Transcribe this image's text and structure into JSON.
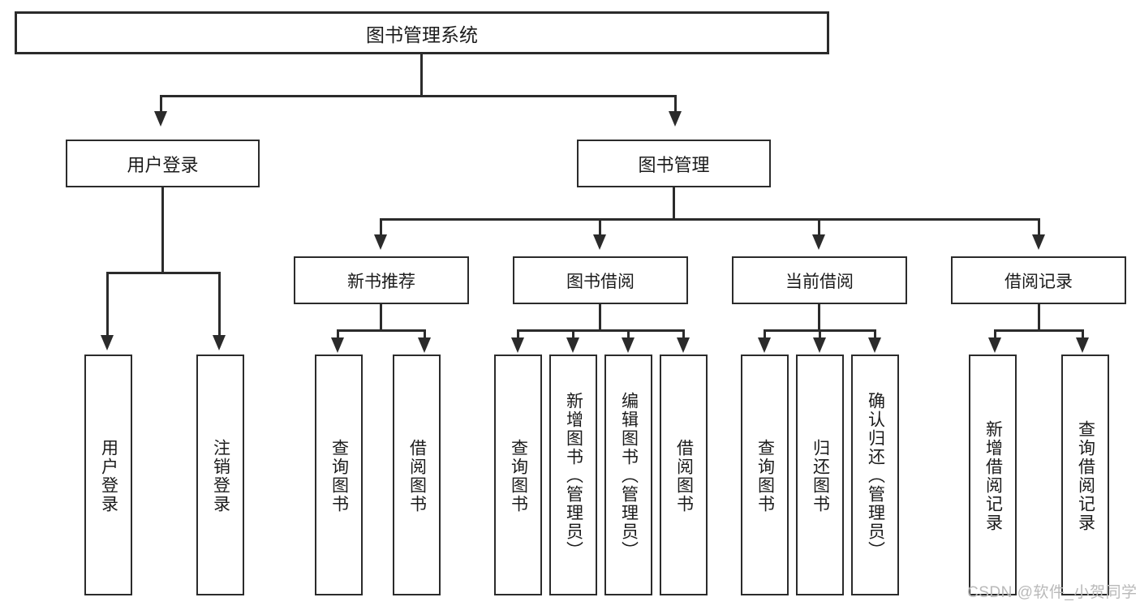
{
  "diagram": {
    "title": "图书管理系统",
    "watermark": "CSDN @软件_小贺同学",
    "colors": {
      "stroke": "#2b2b2b",
      "background": "#ffffff",
      "text": "#1b1b1b",
      "watermark": "#b9b9b9"
    },
    "root": {
      "label": "图书管理系统"
    },
    "level2": [
      {
        "label": "用户登录"
      },
      {
        "label": "图书管理"
      }
    ],
    "level3": [
      {
        "label": "新书推荐"
      },
      {
        "label": "图书借阅"
      },
      {
        "label": "当前借阅"
      },
      {
        "label": "借阅记录"
      }
    ],
    "leaves": {
      "user_login": [
        {
          "label": "用户登录"
        },
        {
          "label": "注销登录"
        }
      ],
      "new_book_recommend": [
        {
          "label": "查询图书"
        },
        {
          "label": "借阅图书"
        }
      ],
      "book_borrow": [
        {
          "label": "查询图书"
        },
        {
          "label": "新增图书（管理员）"
        },
        {
          "label": "编辑图书（管理员）"
        },
        {
          "label": "借阅图书"
        }
      ],
      "current_borrow": [
        {
          "label": "查询图书"
        },
        {
          "label": "归还图书"
        },
        {
          "label": "确认归还（管理员）"
        }
      ],
      "borrow_record": [
        {
          "label": "新增借阅记录"
        },
        {
          "label": "查询借阅记录"
        }
      ]
    }
  }
}
